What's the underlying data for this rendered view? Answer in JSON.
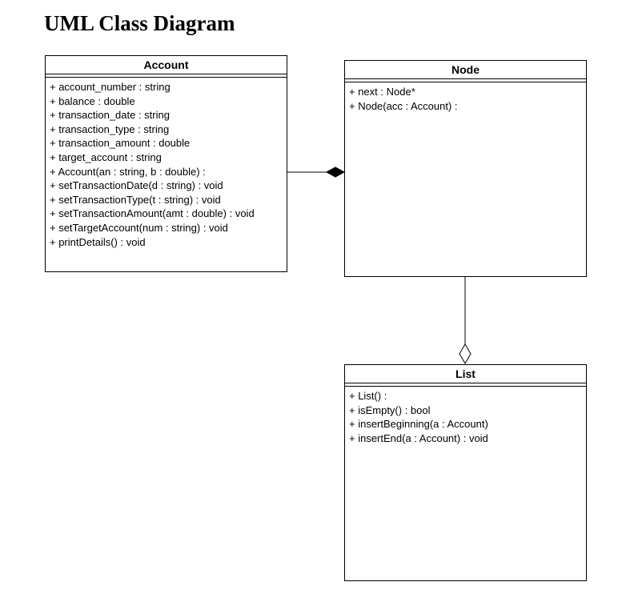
{
  "title": "UML Class Diagram",
  "classes": {
    "account": {
      "name": "Account",
      "members": [
        "+ account_number : string",
        "+ balance : double",
        "+ transaction_date : string",
        "+ transaction_type : string",
        "+ transaction_amount : double",
        "+ target_account : string",
        "+ Account(an : string, b : double) :",
        "+ setTransactionDate(d : string) : void",
        "+ setTransactionType(t : string) : void",
        "+ setTransactionAmount(amt : double) : void",
        "+ setTargetAccount(num : string) : void",
        "+ printDetails() : void"
      ]
    },
    "node": {
      "name": "Node",
      "members": [
        "+ next : Node*",
        "+ Node(acc : Account) :"
      ]
    },
    "list": {
      "name": "List",
      "members": [
        "+ List() :",
        "+ isEmpty() : bool",
        "+ insertBeginning(a : Account)",
        "+ insertEnd(a : Account) : void"
      ]
    }
  },
  "relationships": [
    {
      "from": "Account",
      "to": "Node",
      "type": "composition"
    },
    {
      "from": "List",
      "to": "Node",
      "type": "aggregation"
    }
  ]
}
